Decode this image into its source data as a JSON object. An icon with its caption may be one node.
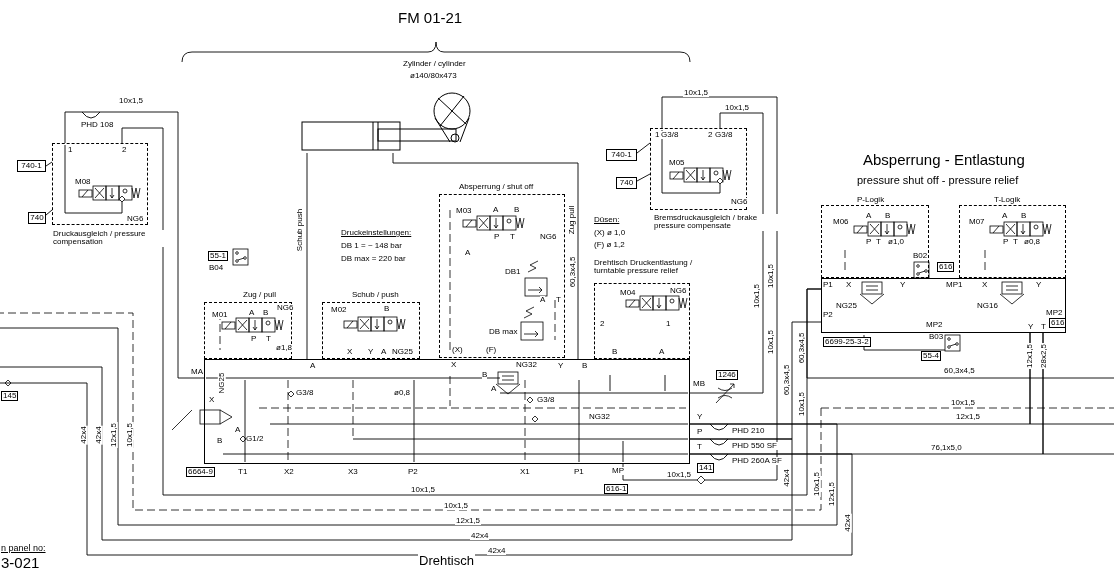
{
  "diagram": {
    "title": "FM 01-21",
    "nodes": [
      {
        "text": [
          "1",
          "2",
          "M08",
          "NG6"
        ],
        "beside": [
          "Druckausgleich / pressure compensation"
        ]
      },
      {
        "text": [
          "740-1"
        ]
      },
      {
        "text": [
          "740"
        ]
      },
      {
        "text": [
          "Zylinder / cylinder",
          "ø140/80x473"
        ]
      },
      {
        "text": [
          "A",
          "X",
          "NG32",
          "Y",
          "B",
          "G3/8",
          "ø0,8",
          "G1/2",
          "G3/8",
          "NG32",
          "B",
          "A"
        ],
        "beside": [
          "T1",
          "X2",
          "X3",
          "P2",
          "X1",
          "P1",
          "MP"
        ]
      },
      {
        "text": [
          "Zug / pull",
          "NG6",
          "M01",
          "A",
          "B",
          "P",
          "T",
          "ø1,8"
        ]
      },
      {
        "text": [
          "Schub / push",
          "M02",
          "B",
          "X",
          "Y",
          "A",
          "NG25"
        ]
      },
      {
        "text": [
          "Absperrung / shut off",
          "M03",
          "A",
          "B",
          "P",
          "T",
          "NG6",
          "A",
          "DB1",
          "A",
          "T",
          "DB max",
          "(X)",
          "(F)"
        ]
      },
      {
        "text": [
          "Drehtisch Druckentlastung / turntable pressure relief",
          "NG6",
          "M04",
          "2",
          "1",
          "B",
          "A"
        ]
      },
      {
        "text": [
          "1",
          "G3/8",
          "2",
          "G3/8",
          "M05",
          "NG6"
        ],
        "beside": [
          "Bremsdruckausgleich / brake pressure compensate"
        ]
      },
      {
        "text": [
          "740-1"
        ]
      },
      {
        "text": [
          "740"
        ]
      },
      {
        "text": [
          "P1",
          "X",
          "Y",
          "MP1",
          "X",
          "Y",
          "NG25",
          "NG16",
          "P2",
          "MP2",
          "MP2",
          "Y",
          "T"
        ]
      },
      {
        "text": [
          "P-Logik",
          "M06",
          "A",
          "B",
          "P",
          "T",
          "ø1,0"
        ]
      },
      {
        "text": [
          "T-Logik",
          "M07",
          "A",
          "B",
          "P",
          "T",
          "ø0,8"
        ]
      },
      {
        "text": [],
        "shape": "diamond"
      }
    ],
    "edges": [
      {
        "from": 1,
        "to": 0,
        "arrow": "none"
      },
      {
        "from": 2,
        "to": 0,
        "arrow": "none"
      },
      {
        "from": 0,
        "to": 4,
        "arrow": "none",
        "label": "10x1,5"
      },
      {
        "from": 0,
        "to": 12,
        "arrow": "none",
        "label": "10x1,5"
      },
      {
        "from": 3,
        "to": 4,
        "arrow": "none",
        "label": "Schub push"
      },
      {
        "from": 3,
        "to": 4,
        "arrow": "none",
        "label": "Zug pull"
      },
      {
        "from": 9,
        "to": 4,
        "arrow": "none",
        "label": "10x1,5"
      },
      {
        "from": 9,
        "to": 15,
        "arrow": "none",
        "label": "10x1,5"
      },
      {
        "from": 10,
        "to": 9,
        "arrow": "none"
      },
      {
        "from": 11,
        "to": 9,
        "arrow": "none"
      },
      {
        "from": 4,
        "to": 12,
        "arrow": "none",
        "label": "60,3x4,5"
      },
      {
        "from": 4,
        "to": null,
        "arrow": "none",
        "label": "12x1,5"
      },
      {
        "from": 4,
        "to": null,
        "arrow": "none",
        "label": "42x4"
      },
      {
        "from": 4,
        "to": null,
        "arrow": "none",
        "label": "42x4"
      },
      {
        "from": 15,
        "to": 4,
        "arrow": "none",
        "label": "10x1,5"
      },
      {
        "from": 12,
        "to": 4,
        "arrow": "none",
        "label": "12x1,5"
      },
      {
        "from": 12,
        "to": 4,
        "arrow": "none",
        "label": "28x2,5"
      },
      {
        "from": 12,
        "to": null,
        "arrow": "none"
      },
      {
        "from": 12,
        "to": null,
        "arrow": "none"
      },
      {
        "from": 12,
        "to": null,
        "arrow": "none"
      }
    ],
    "labels": [
      "PHD 108",
      "Druckeinstellungen:",
      "DB 1 = ~ 148 bar",
      "DB max = 220 bar",
      "55-1",
      "B04",
      "Düsen:",
      "(X) ø 1,0",
      "(F) ø 1,2",
      "Absperrung - Entlastung",
      "pressure shut off - pressure relief",
      "B02",
      "616",
      "616",
      "6699-25-3-2",
      "B03",
      "55-4",
      "60,3x4,5",
      "60,3x4,5",
      "10x1,5",
      "10x1,5",
      "10x1,5",
      "60,3x4,5",
      "10x1,5",
      "MA",
      "MB",
      "1246",
      "X",
      "NG25",
      "A",
      "B",
      "10x1,5",
      "Y",
      "12x1,5",
      "P",
      "PHD 210",
      "T",
      "PHD 550 SF",
      "76,1x5,0",
      "PHD 260A SF",
      "145",
      "42x4",
      "42x4",
      "12x1,5",
      "10x1,5",
      "6664-9",
      "141",
      "616-1",
      "42x4",
      "10x1,5",
      "12x1,5",
      "42x4",
      "10x1,5",
      "n panel no:",
      "3-021",
      "Drehtisch"
    ]
  }
}
